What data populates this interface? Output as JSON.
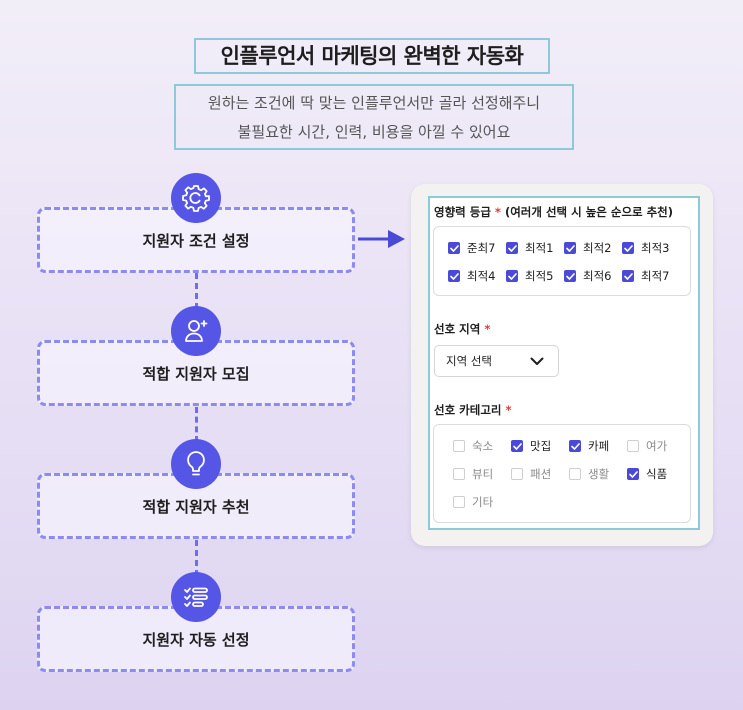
{
  "header": {
    "title": "인플루언서 마케팅의 완벽한 자동화",
    "subtitle_line1": "원하는 조건에 딱 맞는 인플루언서만 골라 선정해주니",
    "subtitle_line2": "불필요한 시간, 인력, 비용을 아낄 수 있어요"
  },
  "steps": [
    {
      "label": "지원자 조건 설정",
      "icon": "gear-c-icon"
    },
    {
      "label": "적합 지원자 모집",
      "icon": "user-add-icon"
    },
    {
      "label": "적합 지원자 추천",
      "icon": "lightbulb-icon"
    },
    {
      "label": "지원자 자동 선정",
      "icon": "checklist-icon"
    }
  ],
  "form": {
    "influence": {
      "label": "영향력 등급",
      "required": "*",
      "hint": "(여러개 선택 시 높은 순으로 추천)",
      "options": [
        {
          "label": "준최7",
          "checked": true
        },
        {
          "label": "최적1",
          "checked": true
        },
        {
          "label": "최적2",
          "checked": true
        },
        {
          "label": "최적3",
          "checked": true
        },
        {
          "label": "최적4",
          "checked": true
        },
        {
          "label": "최적5",
          "checked": true
        },
        {
          "label": "최적6",
          "checked": true
        },
        {
          "label": "최적7",
          "checked": true
        }
      ]
    },
    "region": {
      "label": "선호 지역",
      "required": "*",
      "select_value": "지역 선택"
    },
    "category": {
      "label": "선호 카테고리",
      "required": "*",
      "options": [
        {
          "label": "숙소",
          "checked": false
        },
        {
          "label": "맛집",
          "checked": true
        },
        {
          "label": "카페",
          "checked": true
        },
        {
          "label": "여가",
          "checked": false
        },
        {
          "label": "뷰티",
          "checked": false
        },
        {
          "label": "패션",
          "checked": false
        },
        {
          "label": "생활",
          "checked": false
        },
        {
          "label": "식품",
          "checked": true
        },
        {
          "label": "기타",
          "checked": false
        }
      ]
    }
  },
  "colors": {
    "accent": "#5555e6",
    "dashed_border": "#8c8cf0",
    "required": "#e23a3a",
    "highlight_border": "#8fc9d9"
  }
}
